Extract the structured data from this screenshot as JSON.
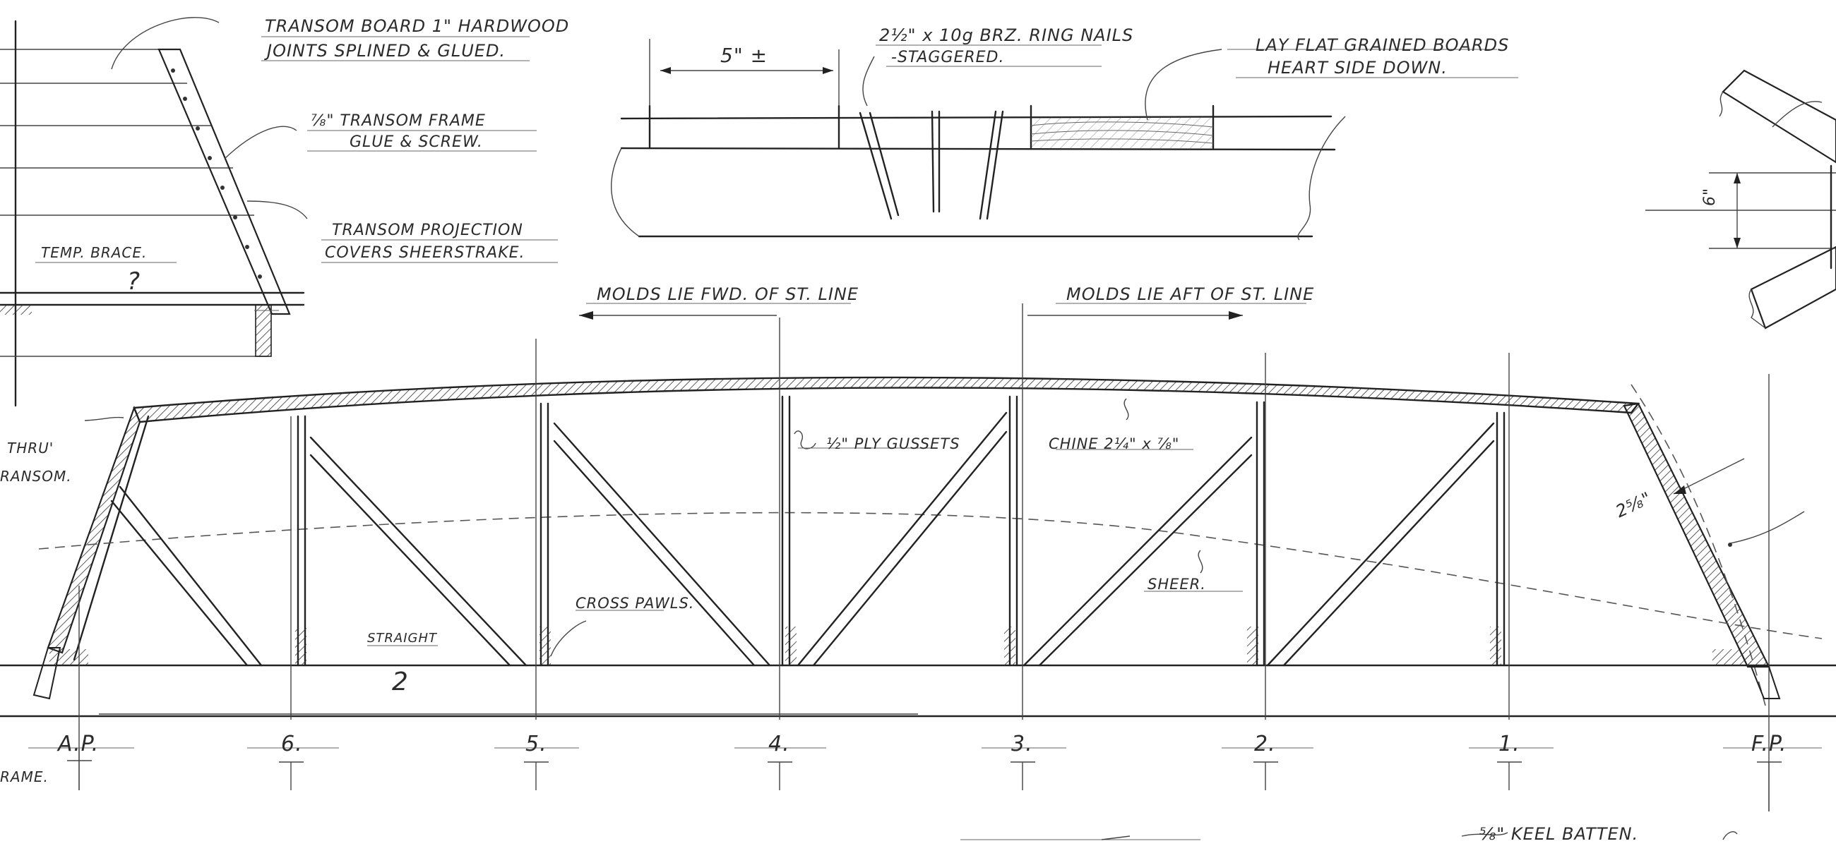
{
  "notes": {
    "transom_board_line1": "TRANSOM BOARD 1\" HARDWOOD",
    "transom_board_line2": "JOINTS SPLINED & GLUED.",
    "transom_frame_line1": "⅞\" TRANSOM FRAME",
    "transom_frame_line2": "GLUE & SCREW.",
    "transom_projection_line1": "TRANSOM PROJECTION",
    "transom_projection_line2": "COVERS SHEERSTRAKE.",
    "temp_brace": "TEMP. BRACE.",
    "temp_brace_num": "?",
    "thru_line1": "THRU'",
    "thru_line2": "RANSOM.",
    "ring_nails_line1": "2½\" x 10g BRZ. RING NAILS",
    "ring_nails_line2": "-STAGGERED.",
    "dimension_5": "5\" ±",
    "lay_flat_line1": "LAY FLAT GRAINED BOARDS",
    "lay_flat_line2": "HEART SIDE DOWN.",
    "dimension_6": "6\"",
    "molds_fwd": "MOLDS LIE FWD. OF ST. LINE",
    "molds_aft": "MOLDS LIE AFT OF ST. LINE",
    "ply_gussets": "½\" PLY GUSSETS",
    "chine": "CHINE 2¼\" x ⅞\"",
    "cross_pawls": "CROSS PAWLS.",
    "straight": "STRAIGHT",
    "straight_num": "2",
    "sheer": "SHEER.",
    "dim_2_5_8": "2⅝\"",
    "keel_batten": "⅝\" KEEL BATTEN.",
    "frame_partial": "RAME.",
    "stations": [
      "A.P.",
      "6.",
      "5.",
      "4.",
      "3.",
      "2.",
      "1.",
      "F.P."
    ]
  }
}
